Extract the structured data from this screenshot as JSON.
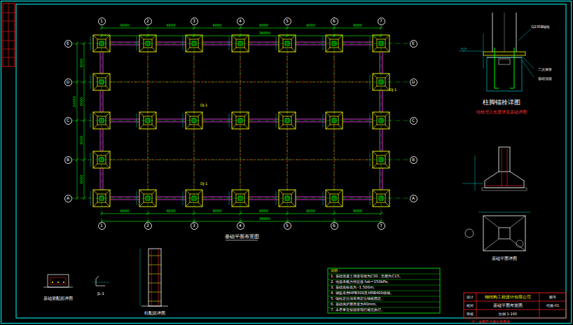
{
  "diagram": {
    "title": "基础平面布置图",
    "nodes": [
      {
        "text": [
          "1"
        ]
      },
      {
        "text": [
          "2"
        ]
      },
      {
        "text": [
          "3"
        ]
      },
      {
        "text": [
          "4"
        ]
      },
      {
        "text": [
          "5"
        ]
      },
      {
        "text": [
          "6"
        ]
      },
      {
        "text": [
          "7"
        ]
      },
      {
        "text": [
          "E"
        ]
      },
      {
        "text": [
          "D"
        ]
      },
      {
        "text": [
          "C"
        ]
      },
      {
        "text": [
          "B"
        ]
      },
      {
        "text": [
          "A"
        ]
      },
      {
        "text": [
          "E"
        ]
      },
      {
        "text": [
          "D"
        ]
      },
      {
        "text": [
          "C"
        ]
      },
      {
        "text": [
          "B"
        ]
      },
      {
        "text": [
          "A"
        ]
      },
      {
        "text": [
          "1"
        ]
      },
      {
        "text": [
          "2"
        ]
      },
      {
        "text": [
          "3"
        ]
      },
      {
        "text": [
          "4"
        ]
      },
      {
        "text": [
          "5"
        ]
      },
      {
        "text": [
          "6"
        ]
      },
      {
        "text": [
          "7"
        ]
      }
    ],
    "edges": [
      {
        "from": 0,
        "to": 17,
        "arrow": "none"
      },
      {
        "from": 1,
        "to": 18,
        "arrow": "none"
      },
      {
        "from": 2,
        "to": 19,
        "arrow": "none"
      },
      {
        "from": 3,
        "to": 20,
        "arrow": "none"
      },
      {
        "from": 4,
        "to": 21,
        "arrow": "none"
      },
      {
        "from": 5,
        "to": 22,
        "arrow": "none"
      },
      {
        "from": 6,
        "to": 23,
        "arrow": "none"
      },
      {
        "from": 7,
        "to": 12,
        "arrow": "none"
      },
      {
        "from": 8,
        "to": 13,
        "arrow": "none"
      },
      {
        "from": 9,
        "to": 14,
        "arrow": "none"
      },
      {
        "from": 10,
        "to": 15,
        "arrow": "none"
      },
      {
        "from": 11,
        "to": 16,
        "arrow": "none"
      }
    ],
    "labels": [
      "柱脚锚栓详图",
      "锚栓埋入长度详见基础详图",
      "Q235B锚栓",
      "二次灌浆",
      "基础顶面",
      "基础平面详图",
      "基础梁配筋详图",
      "JL-1",
      "柱配筋详图",
      "说明：",
      "1. 基础混凝土强度等级为C30，垫层为C15。",
      "2. 地基承载力特征值 fak=150kPa。",
      "3. 基础底标高为 -1.500m。",
      "4. 钢筋采用HPB300及HRB400级钢。",
      "5. 锚栓定位须采用定位钢板固定。",
      "6. 基础保护层厚度为40mm。",
      "7. 未尽事宜按国家现行规范执行。",
      "钢结构工程设计有限公司",
      "基础平面布置图",
      "比例 1:100",
      "图号",
      "结施-01",
      "设计",
      "校对",
      "审核",
      "注：本图尺寸单位为毫米",
      "6000",
      "6000",
      "6000",
      "6000",
      "6000",
      "6000",
      "36000",
      "6000",
      "6000",
      "6000",
      "6000",
      "6000",
      "6000",
      "36000",
      "6000",
      "6000",
      "6000",
      "6000",
      "24000",
      "DJ-1",
      "DJ-1",
      "DJ-1"
    ]
  }
}
